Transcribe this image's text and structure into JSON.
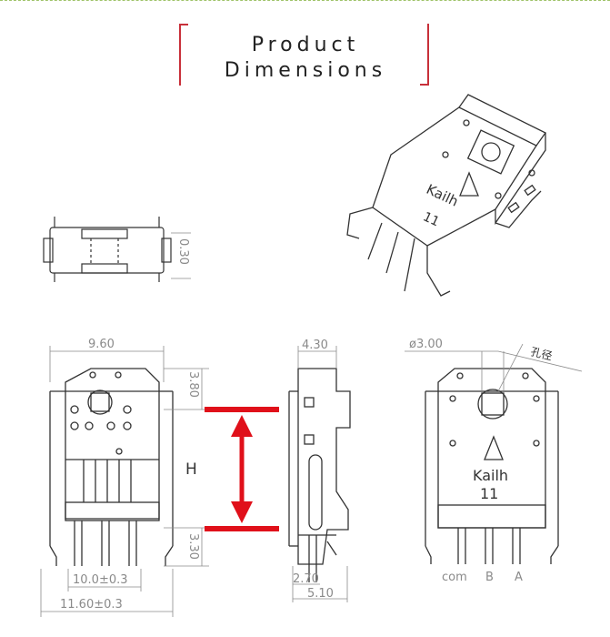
{
  "header": {
    "title_line1": "Product",
    "title_line2": "Dimensions"
  },
  "front_view": {
    "width_top": "9.60",
    "height_upper": "3.80",
    "height_lower": "3.30",
    "pitch": "10.0±0.3",
    "overall_width": "11.60±0.3",
    "variable_height_label": "H"
  },
  "side_view": {
    "depth_top": "4.30",
    "pin_offset": "2.70",
    "depth_bottom": "5.10"
  },
  "top_view": {
    "thickness": "0.30"
  },
  "rear_view": {
    "hole_diameter": "ø3.00",
    "hole_label": "孔径",
    "brand": "Kailh",
    "model": "11",
    "pin_labels": [
      "com",
      "B",
      "A"
    ]
  },
  "iso_view": {
    "brand": "Kailh",
    "model": "11"
  },
  "colors": {
    "accent": "#c8303a",
    "arrow": "#e0101a",
    "line": "#333333",
    "dim": "#8a8a8a"
  }
}
